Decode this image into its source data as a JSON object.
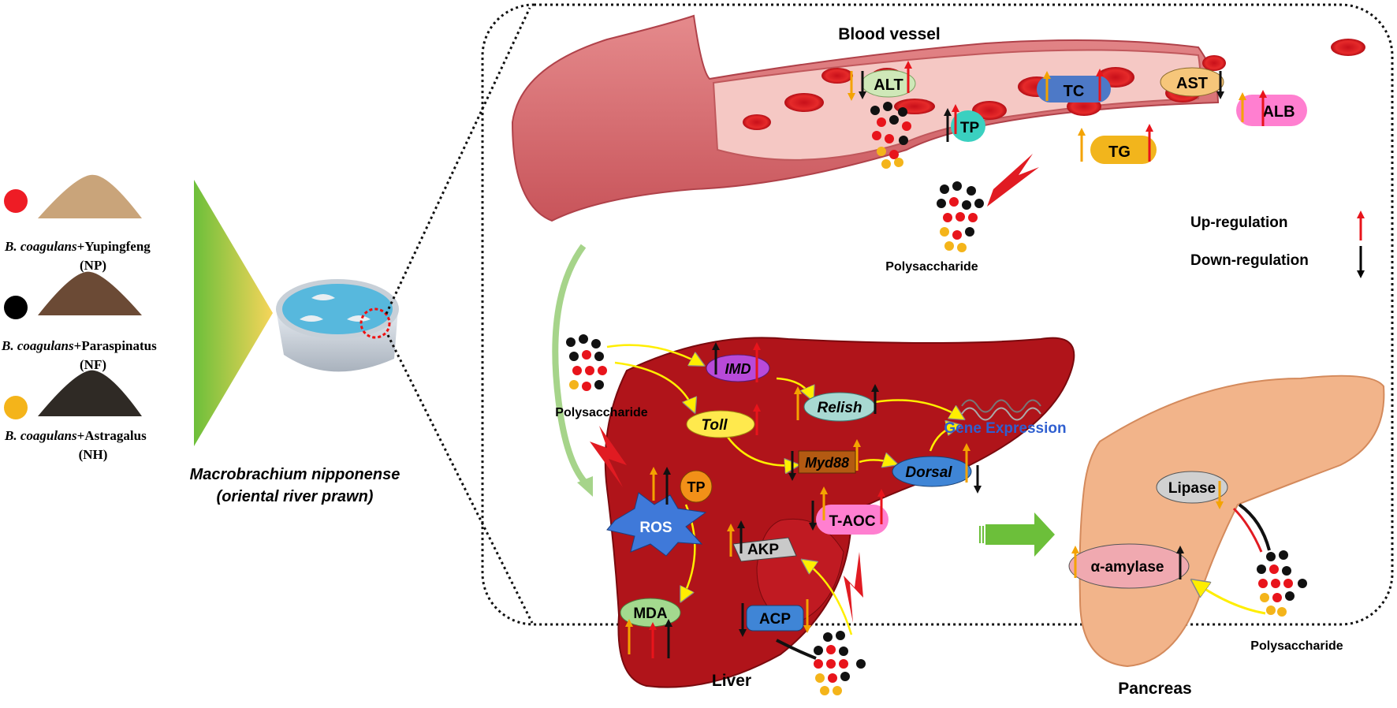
{
  "legend_left": {
    "items": [
      {
        "species": "B. coagulans",
        "suffix": "+Yupingfeng",
        "code": "(NP)",
        "color": "#ee1c25"
      },
      {
        "species": "B. coagulans",
        "suffix": "+Paraspinatus",
        "code": "(NF)",
        "color": "#000000"
      },
      {
        "species": "B. coagulans",
        "suffix": "+Astragalus",
        "code": "(NH)",
        "color": "#f4b41a"
      }
    ]
  },
  "prawn": {
    "name": "Macrobrachium nipponense",
    "common": "(oriental river prawn)"
  },
  "blood_vessel": {
    "title": "Blood vessel",
    "markers": {
      "alt": "ALT",
      "tc": "TC",
      "ast": "AST",
      "alb": "ALB",
      "tp": "TP",
      "tg": "TG"
    },
    "polysaccharide": "Polysaccharide"
  },
  "regulation_legend": {
    "up": "Up-regulation",
    "down": "Down-regulation",
    "up_color": "#e8141b",
    "down_color": "#000000"
  },
  "liver": {
    "title": "Liver",
    "polysaccharide": "Polysaccharide",
    "nodes": {
      "imd": "IMD",
      "relish": "Relish",
      "toll": "Toll",
      "myd88": "Myd88",
      "dorsal": "Dorsal",
      "gene": "Gene Expression",
      "tp": "TP",
      "ros": "ROS",
      "taoc": "T-AOC",
      "akp": "AKP",
      "mda": "MDA",
      "acp": "ACP"
    }
  },
  "pancreas": {
    "title": "Pancreas",
    "lipase": "Lipase",
    "amylase": "α-amylase",
    "polysaccharide": "Polysaccharide"
  },
  "colors": {
    "vessel": "#d9676d",
    "liver": "#b0141a",
    "pancreas": "#f2b48a",
    "arrow_yellow": "#ffee00",
    "orange_arrow": "#f4a300"
  }
}
